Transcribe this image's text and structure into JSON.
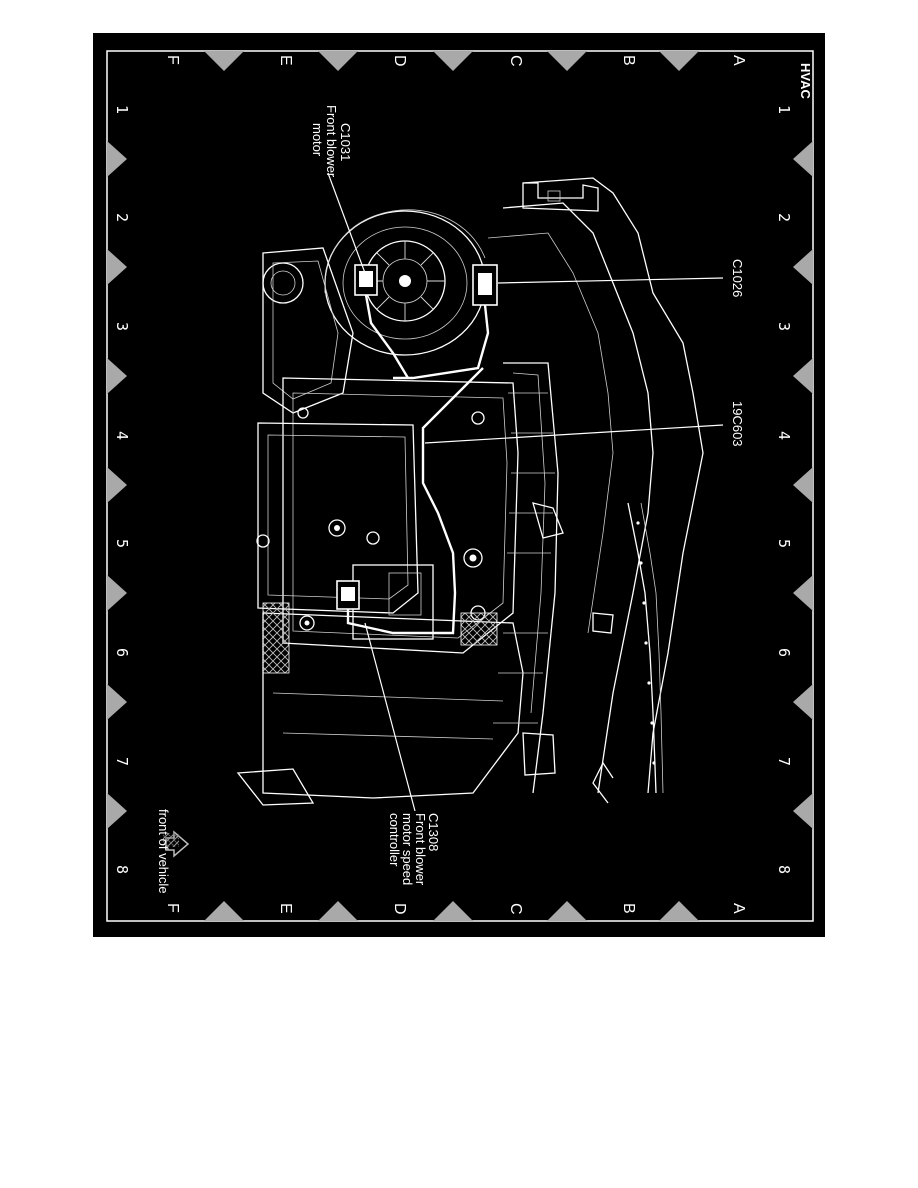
{
  "title": "HVAC",
  "row_letters": [
    "A",
    "B",
    "C",
    "D",
    "E",
    "F"
  ],
  "column_numbers": [
    "1",
    "2",
    "3",
    "4",
    "5",
    "6",
    "7",
    "8"
  ],
  "callouts": {
    "c1031": {
      "code": "C1031",
      "line1": "Front blower",
      "line2": "motor"
    },
    "c1026": {
      "code": "C1026"
    },
    "h19c603": {
      "code": "19C603"
    },
    "c1308": {
      "code": "C1308",
      "line1": "Front blower",
      "line2": "motor speed",
      "line3": "controller"
    }
  },
  "orientation_label": "front of vehicle",
  "colors": {
    "background": "#000000",
    "linework": "#ffffff",
    "page": "#ffffff"
  }
}
